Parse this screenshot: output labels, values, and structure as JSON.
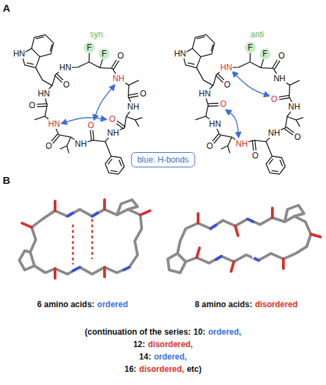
{
  "diagram": {
    "nodes": [
      {
        "text": [
          "blue: H-bonds"
        ]
      }
    ],
    "labels": [
      "A",
      "HN",
      "syn",
      "F",
      "F",
      "HN",
      "NH",
      "NH",
      "NH",
      "NH",
      "HN",
      "HN",
      "O",
      "O",
      "O",
      "O",
      "O",
      "O",
      "O",
      "HN",
      "anti",
      "F",
      "F",
      "HN",
      "NH",
      "NH",
      "NH",
      "NH",
      "HN",
      "HN",
      "O",
      "O",
      "O",
      "O",
      "O",
      "O",
      "O",
      "B",
      "6 amino acids:",
      "ordered",
      "8 amino acids:",
      "disordered",
      "(continuation of the series:",
      "10:",
      "ordered,",
      "12:",
      "disordered,",
      "14:",
      "ordered,",
      "16:",
      "disordered,",
      "etc)"
    ]
  }
}
